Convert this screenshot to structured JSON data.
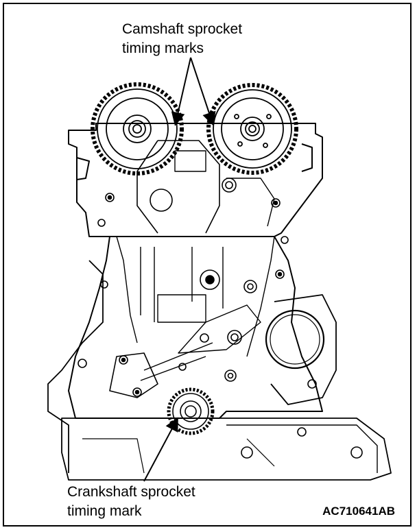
{
  "labels": {
    "camshaft_line1": "Camshaft sprocket",
    "camshaft_line2": "timing marks",
    "crankshaft_line1": "Crankshaft sprocket",
    "crankshaft_line2": "timing mark"
  },
  "figure_code": "AC710641AB",
  "colors": {
    "line": "#000000",
    "background": "#ffffff"
  }
}
